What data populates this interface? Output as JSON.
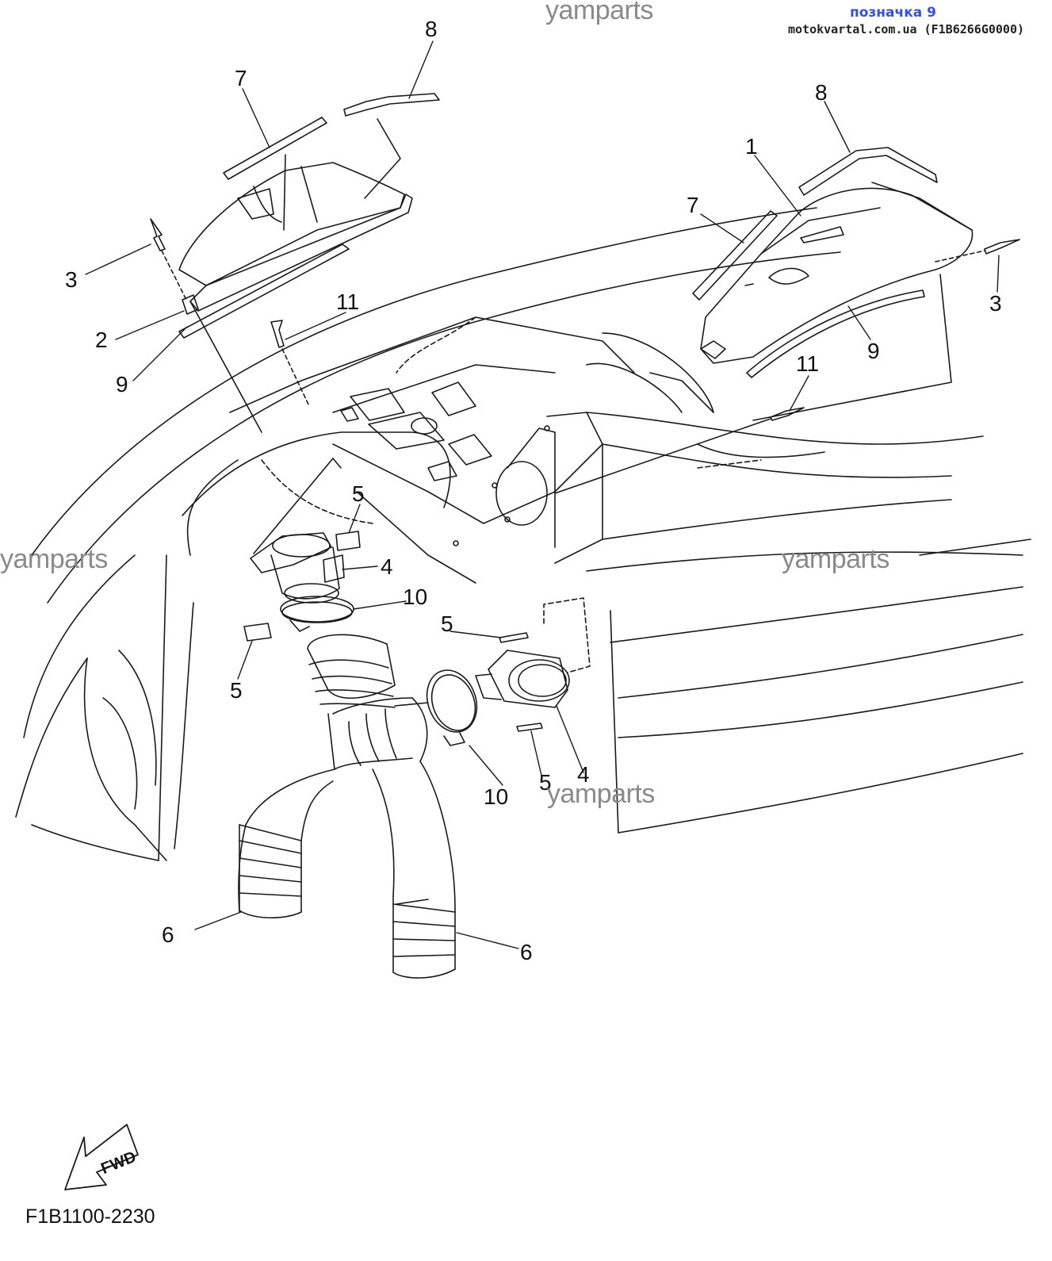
{
  "watermark": "yamparts",
  "header": {
    "tag": "позначка 9",
    "source": "motokvartal.com.ua (F1B6266G0000)"
  },
  "callouts": {
    "c1": "1",
    "c2": "2",
    "c3a": "3",
    "c3b": "3",
    "c4a": "4",
    "c4b": "4",
    "c5a": "5",
    "c5b": "5",
    "c5c": "5",
    "c5d": "5",
    "c6a": "6",
    "c6b": "6",
    "c7a": "7",
    "c7b": "7",
    "c8a": "8",
    "c8b": "8",
    "c9a": "9",
    "c9b": "9",
    "c10a": "10",
    "c10b": "10",
    "c11a": "11",
    "c11b": "11"
  },
  "fwd_label": "FWD",
  "diagram_code": "F1B1100-2230"
}
